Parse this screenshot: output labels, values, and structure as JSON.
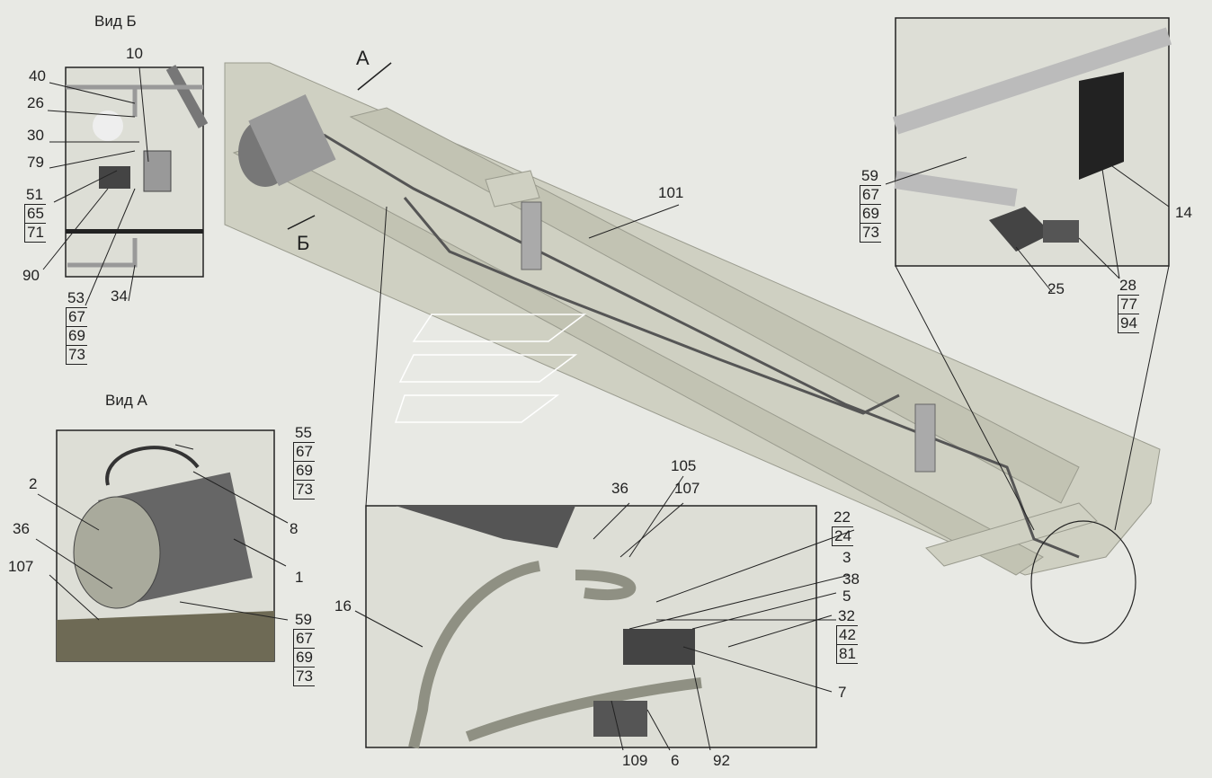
{
  "view_b": {
    "title": "Вид Б",
    "labels": {
      "l10": "10",
      "l40": "40",
      "l26": "26",
      "l30": "30",
      "l79": "79",
      "l90": "90",
      "l34": "34"
    },
    "stack1": [
      "51",
      "65",
      "71"
    ],
    "stack2": [
      "53",
      "67",
      "69",
      "73"
    ]
  },
  "view_a": {
    "title": "Вид А",
    "labels": {
      "l2": "2",
      "l36": "36",
      "l107": "107",
      "l8": "8",
      "l1": "1"
    },
    "stack1": [
      "55",
      "67",
      "69",
      "73"
    ],
    "stack2": [
      "59",
      "67",
      "69",
      "73"
    ]
  },
  "main": {
    "arrow_a": "А",
    "arrow_b": "Б",
    "l101": "101"
  },
  "detail": {
    "labels": {
      "l14": "14",
      "l25": "25"
    },
    "stack1": [
      "59",
      "67",
      "69",
      "73"
    ],
    "stack2": [
      "28",
      "77",
      "94"
    ]
  },
  "inset": {
    "labels": {
      "l36": "36",
      "l105": "105",
      "l107": "107",
      "l16": "16",
      "l3": "3",
      "l38": "38",
      "l5": "5",
      "l7": "7",
      "l109": "109",
      "l6": "6",
      "l92": "92"
    },
    "stack1": [
      "22",
      "24"
    ],
    "stack2": [
      "32",
      "42",
      "81"
    ]
  }
}
